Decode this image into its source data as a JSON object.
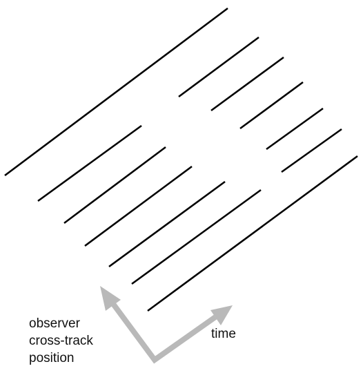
{
  "labels": {
    "observer_line1": "observer",
    "observer_line2": "cross-track",
    "observer_line3": "position",
    "time": "time"
  },
  "colors": {
    "track_lines": "#000000",
    "axis_arrows": "#b9b9b9",
    "label_text": "#111111",
    "background": "#ffffff"
  }
}
